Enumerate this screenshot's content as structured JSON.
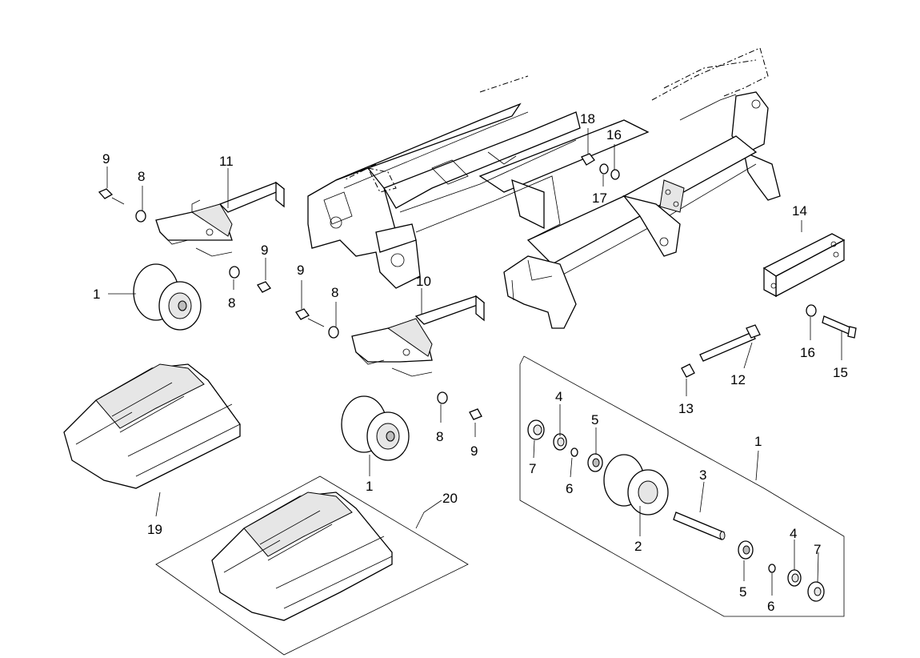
{
  "diagram": {
    "callouts": [
      "1",
      "1",
      "1",
      "2",
      "3",
      "4",
      "4",
      "5",
      "5",
      "6",
      "6",
      "7",
      "7",
      "8",
      "8",
      "8",
      "9",
      "9",
      "9",
      "9",
      "10",
      "11",
      "12",
      "13",
      "14",
      "15",
      "16",
      "16",
      "17",
      "18",
      "19",
      "20"
    ]
  }
}
